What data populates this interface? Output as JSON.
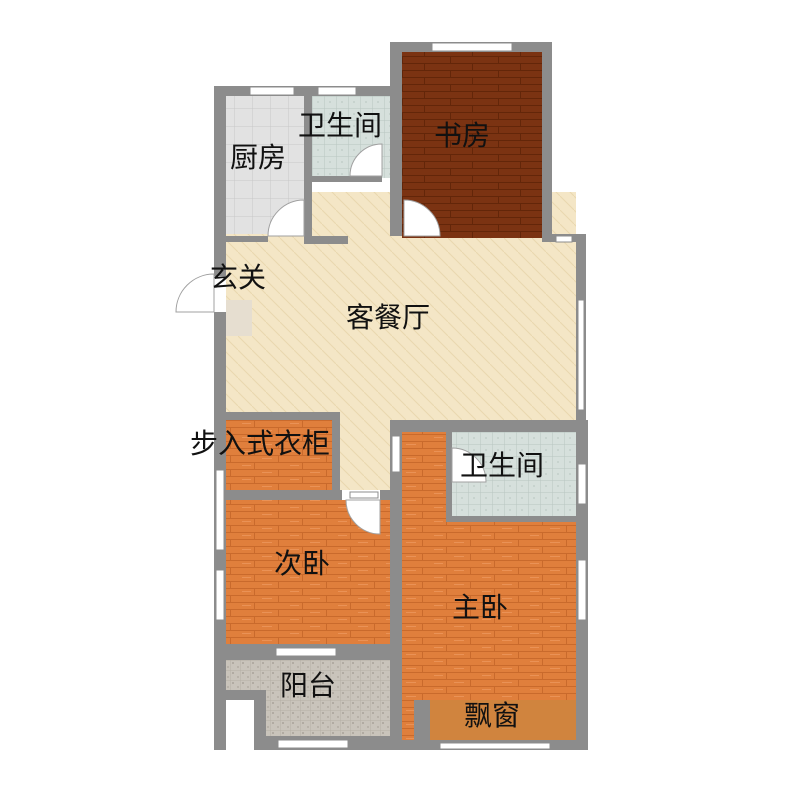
{
  "rooms": {
    "kitchen": "厨房",
    "bathroom_north": "卫生间",
    "study": "书房",
    "foyer": "玄关",
    "living_dining": "客餐厅",
    "walk_in_closet": "步入式衣柜",
    "bathroom_master": "卫生间",
    "second_bedroom": "次卧",
    "master_bedroom": "主卧",
    "balcony": "阳台",
    "bay_window": "飘窗"
  },
  "colors": {
    "wall": "#8c8c8c",
    "wood_light": "#e07f3c",
    "wood_dark": "#7b3312",
    "living_floor": "#f4e6c6",
    "tile": "#dcdcdc",
    "bath_tile": "#d6e0dc",
    "balcony_tile": "#bdb8b0",
    "window": "#ffffff"
  }
}
